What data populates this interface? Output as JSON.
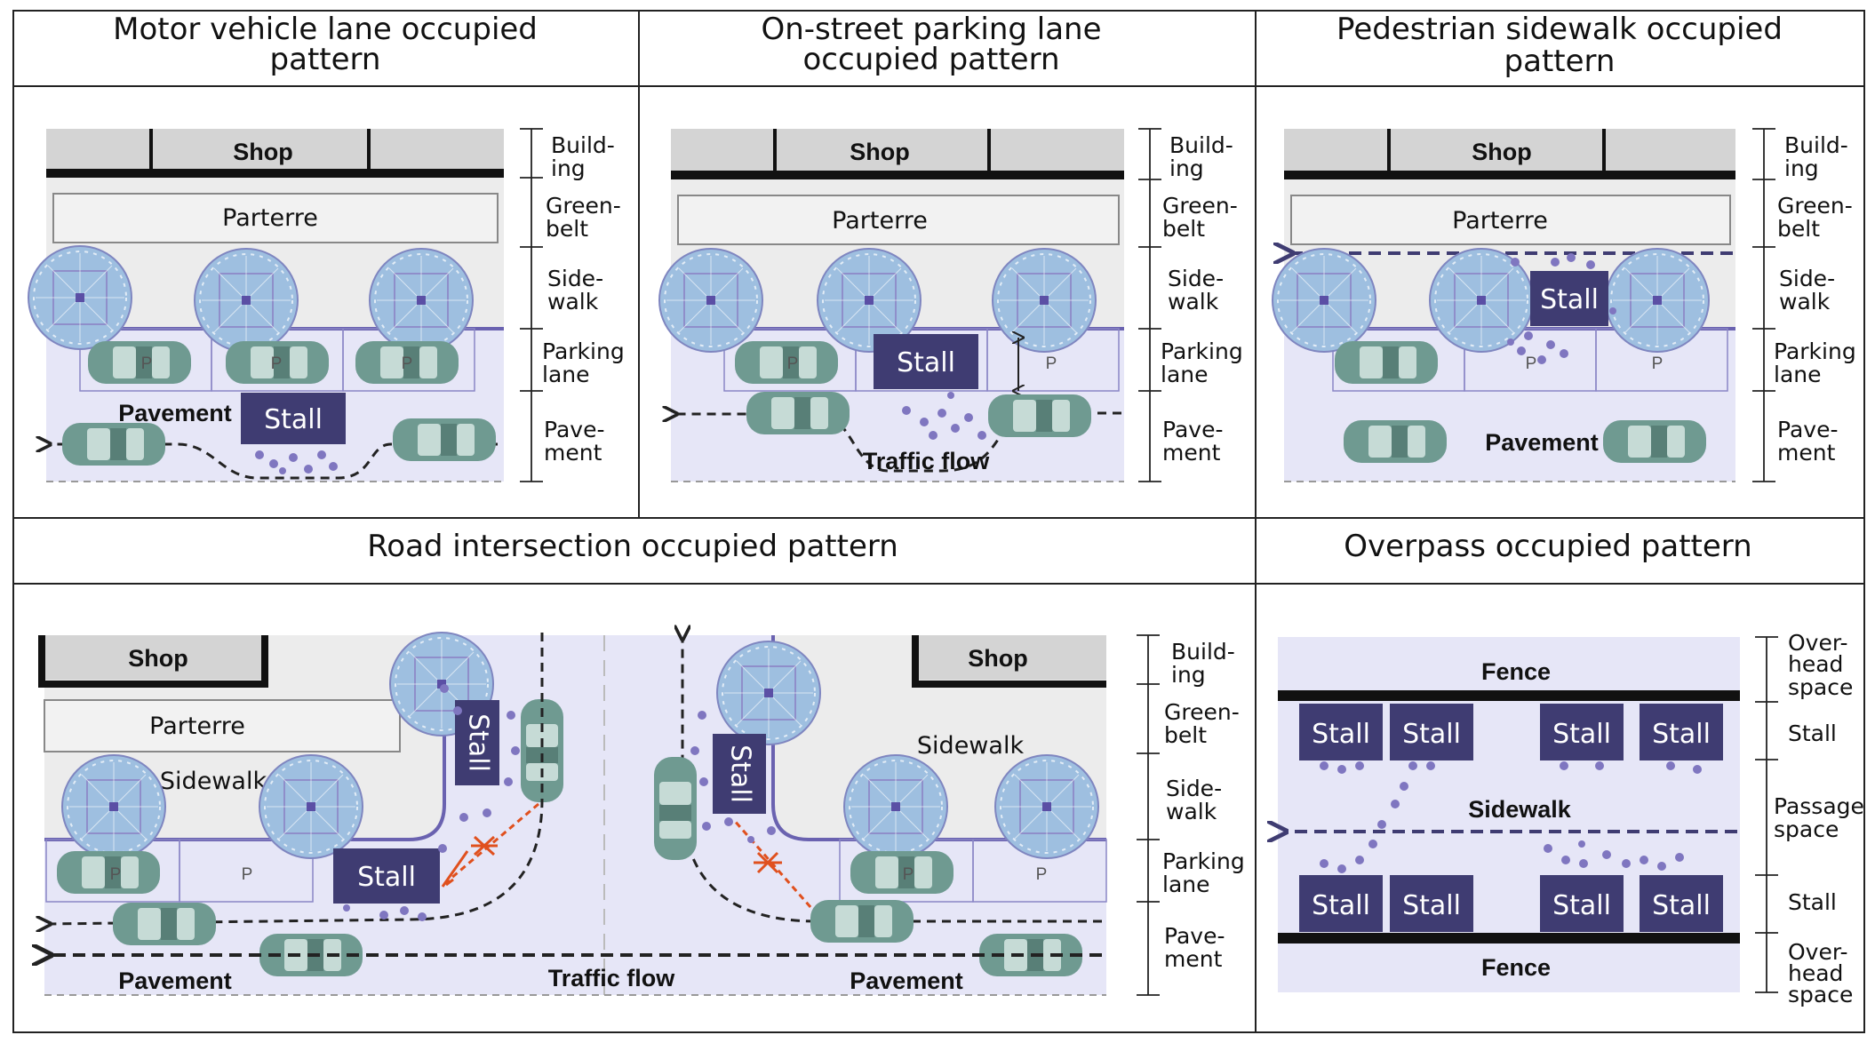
{
  "panels": {
    "motor_vehicle": {
      "title_line1": "Motor vehicle lane occupied",
      "title_line2": "pattern",
      "shop": "Shop",
      "parterre": "Parterre",
      "pavement": "Pavement",
      "stall": "Stall"
    },
    "parking_lane": {
      "title_line1": "On-street parking lane",
      "title_line2": "occupied pattern",
      "shop": "Shop",
      "parterre": "Parterre",
      "stall": "Stall",
      "traffic_flow": "Traffic flow"
    },
    "sidewalk": {
      "title_line1": "Pedestrian sidewalk occupied",
      "title_line2": "pattern",
      "shop": "Shop",
      "parterre": "Parterre",
      "stall": "Stall",
      "pavement": "Pavement"
    },
    "intersection": {
      "title": "Road intersection occupied pattern",
      "shop_left": "Shop",
      "shop_right": "Shop",
      "parterre": "Parterre",
      "sidewalk_left": "Sidewalk",
      "sidewalk_right": "Sidewalk",
      "stall_vertical_left": "Stall",
      "stall_vertical_right": "Stall",
      "stall_horizontal": "Stall",
      "pavement_left": "Pavement",
      "pavement_right": "Pavement",
      "traffic_flow": "Traffic flow"
    },
    "overpass": {
      "title": "Overpass occupied pattern",
      "fence_top": "Fence",
      "fence_bottom": "Fence",
      "sidewalk": "Sidewalk",
      "stall": "Stall"
    }
  },
  "dimension_labels": {
    "building": [
      "Build-",
      "ing"
    ],
    "greenbelt": [
      "Green-",
      "belt"
    ],
    "sidewalk": [
      "Side-",
      "walk"
    ],
    "parking": [
      "Parking",
      "lane"
    ],
    "pavement": [
      "Pave-",
      "ment"
    ],
    "overhead": [
      "Over-",
      "head",
      "space"
    ],
    "stall": "Stall",
    "passage": [
      "Passage",
      "space"
    ]
  },
  "parking_marker": "P",
  "colors": {
    "road": "#e6e6f7",
    "building": "#d4d4d4",
    "stall": "#3f3c72",
    "tree": "#9ebfe0",
    "car": "#6f9a91",
    "conflict": "#e0501e"
  }
}
